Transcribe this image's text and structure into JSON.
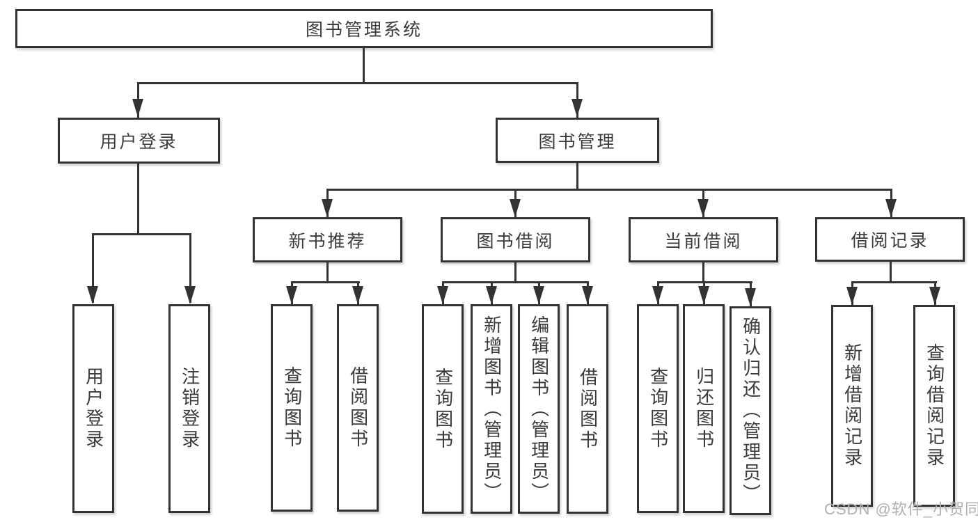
{
  "diagram": {
    "root": {
      "label": "图书管理系统"
    },
    "branches": [
      {
        "label": "用户登录",
        "children": [
          "用户登录",
          "注销登录"
        ]
      },
      {
        "label": "图书管理",
        "children": [
          {
            "label": "新书推荐",
            "children": [
              "查询图书",
              "借阅图书"
            ]
          },
          {
            "label": "图书借阅",
            "children": [
              "查询图书",
              "新增图书（管理员）",
              "编辑图书（管理员）",
              "借阅图书"
            ]
          },
          {
            "label": "当前借阅",
            "children": [
              "查询图书",
              "归还图书",
              "确认归还（管理员）"
            ]
          },
          {
            "label": "借阅记录",
            "children": [
              "新增借阅记录",
              "查询借阅记录"
            ]
          }
        ]
      }
    ]
  },
  "watermark": {
    "text": "CSDN @软件_小贺同学"
  },
  "colors": {
    "line": "#333333",
    "text": "#3a3a3a",
    "box_background": "#ffffff",
    "watermark": "#b0b0b0"
  }
}
